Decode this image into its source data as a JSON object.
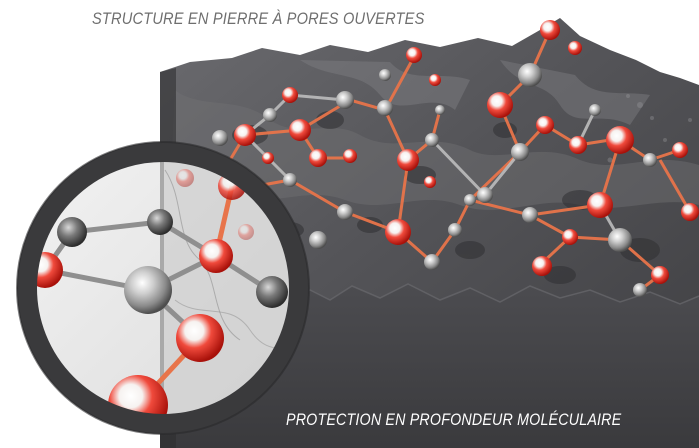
{
  "captions": {
    "top": "STRUCTURE EN PIERRE À PORES OUVERTES",
    "bottom": "PROTECTION EN PROFONDEUR MOLÉCULAIRE"
  },
  "colors": {
    "stone_dark": "#3f3f42",
    "stone_mid": "#5a5a5e",
    "stone_light": "#8c8c90",
    "oxygen_red": "#e3261b",
    "bond_orange": "#e8744a",
    "silicon_grey": "#9a9a9a",
    "lens_ring": "#3a3a3c",
    "caption_grey": "#6e6e6e"
  },
  "illustration": {
    "stone_block": "stone-block",
    "molecule_network": "molecule-network",
    "magnifier": "magnifier-lens"
  }
}
